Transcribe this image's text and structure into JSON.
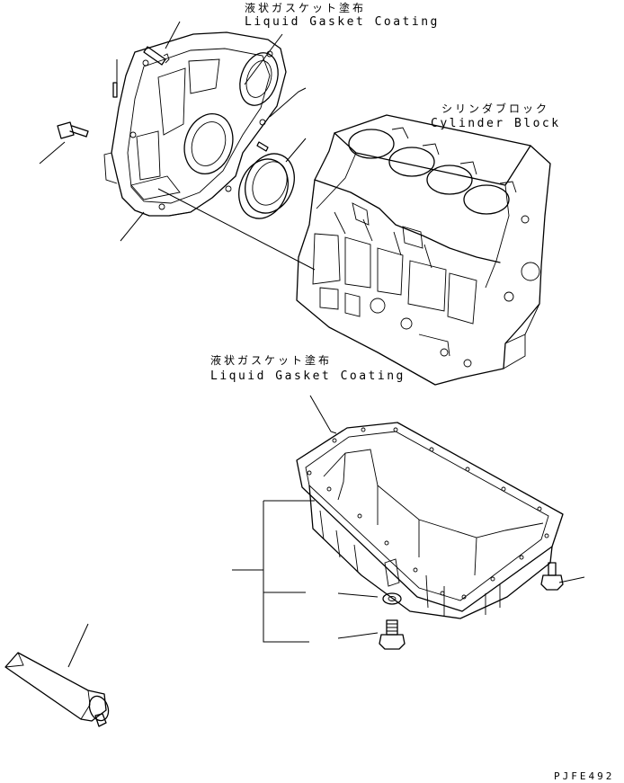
{
  "labels": {
    "top_gasket_jp": "液状ガスケット塗布",
    "top_gasket_en": "Liquid Gasket Coating",
    "cylinder_block_jp": "シリンダブロック",
    "cylinder_block_en": "Cylinder Block",
    "mid_gasket_jp": "液状ガスケット塗布",
    "mid_gasket_en": "Liquid Gasket Coating",
    "drawing_code": "PJFE492"
  }
}
